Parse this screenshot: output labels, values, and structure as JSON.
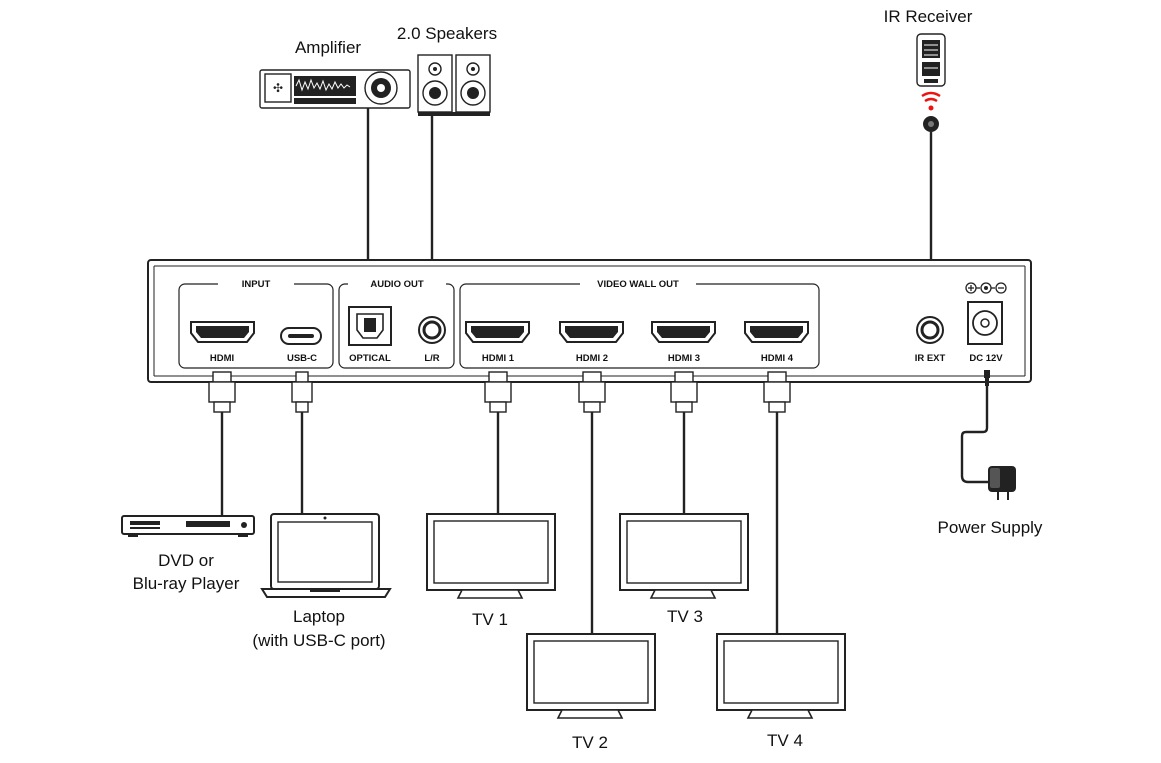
{
  "devices": {
    "amplifier": "Amplifier",
    "speakers": "2.0 Speakers",
    "ir_receiver": "IR Receiver",
    "dvd_line1": "DVD or",
    "dvd_line2": "Blu-ray Player",
    "laptop_line1": "Laptop",
    "laptop_line2": "(with USB-C port)",
    "tv1": "TV 1",
    "tv2": "TV 2",
    "tv3": "TV 3",
    "tv4": "TV 4",
    "power_supply": "Power Supply"
  },
  "panel": {
    "input_group": "INPUT",
    "audio_out_group": "AUDIO OUT",
    "video_wall_group": "VIDEO WALL OUT",
    "hdmi_in": "HDMI",
    "usbc_in": "USB-C",
    "optical": "OPTICAL",
    "lr": "L/R",
    "hdmi1": "HDMI 1",
    "hdmi2": "HDMI 2",
    "hdmi3": "HDMI 3",
    "hdmi4": "HDMI 4",
    "ir_ext": "IR EXT",
    "dc": "DC 12V"
  }
}
